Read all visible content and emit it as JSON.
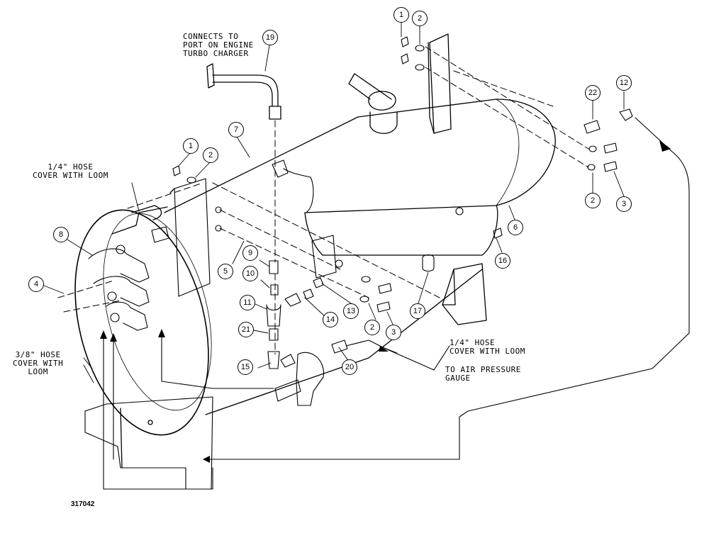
{
  "notes": {
    "turbo": "CONNECTS TO\nPORT ON ENGINE\nTURBO CHARGER",
    "hose_quarter_left": "1/4\" HOSE\nCOVER WITH LOOM",
    "hose_quarter_right": "1/4\" HOSE\nCOVER WITH LOOM",
    "hose_three_eighths": "3/8\" HOSE\nCOVER WITH\nLOOM",
    "air_gauge": "TO AIR PRESSURE\nGAUGE"
  },
  "figure_number": "317042",
  "callouts": [
    {
      "id": "c1a",
      "text": "1"
    },
    {
      "id": "c2a",
      "text": "2"
    },
    {
      "id": "c1b",
      "text": "1"
    },
    {
      "id": "c2b",
      "text": "2"
    },
    {
      "id": "c19",
      "text": "19"
    },
    {
      "id": "c7",
      "text": "7"
    },
    {
      "id": "c22",
      "text": "22"
    },
    {
      "id": "c12",
      "text": "12"
    },
    {
      "id": "c8",
      "text": "8"
    },
    {
      "id": "c4",
      "text": "4"
    },
    {
      "id": "c5",
      "text": "5"
    },
    {
      "id": "c9",
      "text": "9"
    },
    {
      "id": "c10",
      "text": "10"
    },
    {
      "id": "c11",
      "text": "11"
    },
    {
      "id": "c21",
      "text": "21"
    },
    {
      "id": "c15",
      "text": "15"
    },
    {
      "id": "c13",
      "text": "13"
    },
    {
      "id": "c14",
      "text": "14"
    },
    {
      "id": "c2c",
      "text": "2"
    },
    {
      "id": "c3a",
      "text": "3"
    },
    {
      "id": "c20",
      "text": "20"
    },
    {
      "id": "c17",
      "text": "17"
    },
    {
      "id": "c16",
      "text": "16"
    },
    {
      "id": "c6",
      "text": "6"
    },
    {
      "id": "c2d",
      "text": "2"
    },
    {
      "id": "c3b",
      "text": "3"
    }
  ]
}
